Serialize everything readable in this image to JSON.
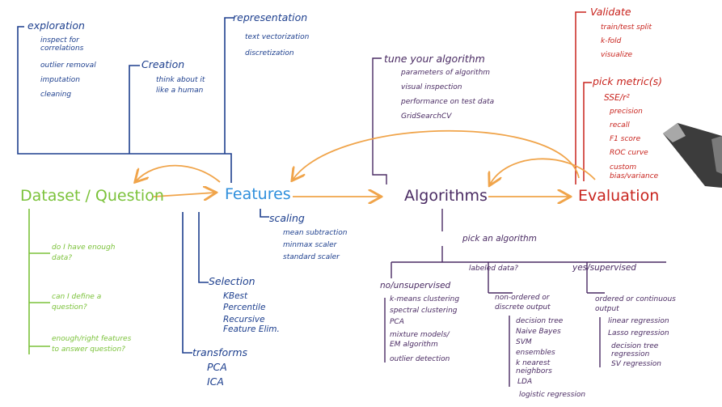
{
  "nodes": {
    "dataset": "Dataset / Question",
    "features": "Features",
    "algorithms": "Algorithms",
    "evaluation": "Evaluation"
  },
  "dataset_questions": [
    "do I have enough data?",
    "can I define a question?",
    "enough/right features to answer question?"
  ],
  "exploration": {
    "title": "exploration",
    "items": [
      "inspect for correlations",
      "outlier removal",
      "imputation",
      "cleaning"
    ]
  },
  "creation": {
    "title": "Creation",
    "items": [
      "think about it like a human"
    ]
  },
  "representation": {
    "title": "representation",
    "items": [
      "text vectorization",
      "discretization"
    ]
  },
  "scaling": {
    "title": "scaling",
    "items": [
      "mean subtraction",
      "minmax scaler",
      "standard scaler"
    ]
  },
  "selection": {
    "title": "Selection",
    "items": [
      "KBest",
      "Percentile",
      "Recursive Feature Elim."
    ]
  },
  "transforms": {
    "title": "transforms",
    "items": [
      "PCA",
      "ICA"
    ]
  },
  "tune": {
    "title": "tune your algorithm",
    "items": [
      "parameters of algorithm",
      "visual inspection",
      "performance on test data",
      "GridSearchCV"
    ]
  },
  "pick": {
    "title": "pick an algorithm",
    "labeled_question": "labeled data?",
    "unsupervised": {
      "title": "no/unsupervised",
      "items": [
        "k-means clustering",
        "spectral clustering",
        "PCA",
        "mixture models/ EM algorithm",
        "outlier detection"
      ]
    },
    "supervised": {
      "title": "yes/supervised"
    },
    "non_ordered": {
      "title": "non-ordered or discrete output",
      "items": [
        "decision tree",
        "Naive Bayes",
        "SVM",
        "ensembles",
        "k nearest neighbors",
        "LDA",
        "logistic regression"
      ]
    },
    "ordered": {
      "title": "ordered or continuous output",
      "items": [
        "linear regression",
        "Lasso regression",
        "decision tree regression",
        "SV regression"
      ]
    }
  },
  "validate": {
    "title": "Validate",
    "items": [
      "train/test split",
      "k-fold",
      "visualize"
    ]
  },
  "metrics": {
    "title": "pick metric(s)",
    "items": [
      "SSE/r²",
      "precision",
      "recall",
      "F1 score",
      "ROC curve",
      "custom bias/variance"
    ]
  },
  "colors": {
    "dark_blue": "#1d3f8e",
    "purple": "#4a2b63",
    "red": "#c8231d",
    "green": "#7bc23a",
    "light_blue": "#2f8fdc",
    "orange_arrow": "#f0a44a"
  }
}
